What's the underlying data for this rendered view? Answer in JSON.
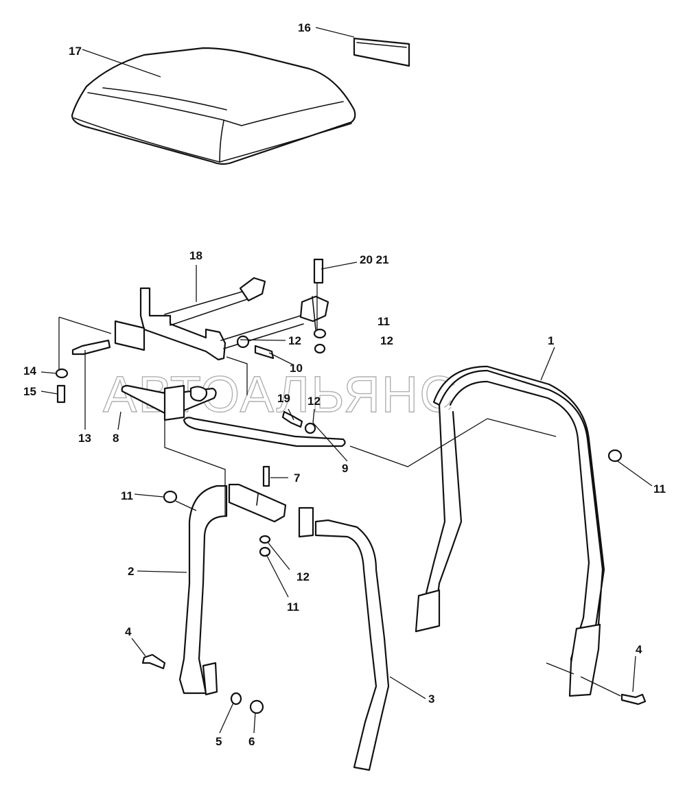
{
  "watermark": "АВТОАЛЬЯНС",
  "callouts": {
    "c1": "1",
    "c2": "2",
    "c3": "3",
    "c4a": "4",
    "c4b": "4",
    "c5": "5",
    "c6": "6",
    "c7": "7",
    "c8": "8",
    "c9": "9",
    "c10": "10",
    "c11a": "11",
    "c11b": "11",
    "c11c": "11",
    "c11d": "11",
    "c12a": "12",
    "c12b": "12",
    "c12c": "12",
    "c12d": "12",
    "c13": "13",
    "c14": "14",
    "c15": "15",
    "c16": "16",
    "c17": "17",
    "c18": "18",
    "c19": "19",
    "c2021": "20 21"
  }
}
